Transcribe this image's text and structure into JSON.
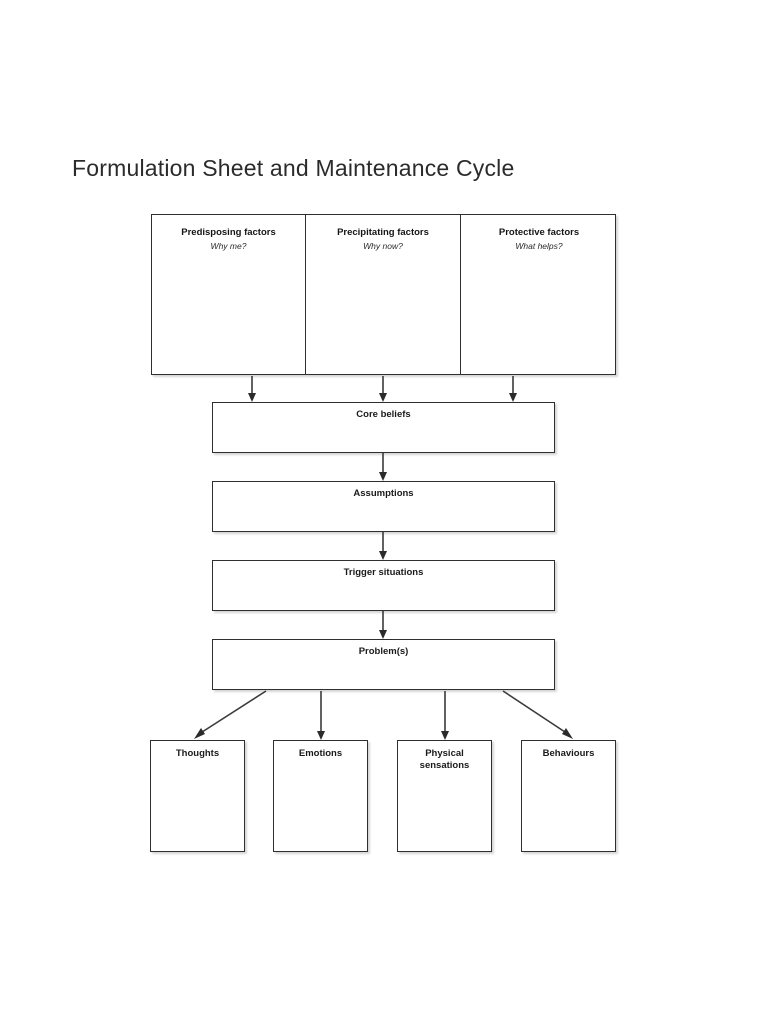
{
  "document": {
    "title": "Formulation Sheet and Maintenance Cycle",
    "background_color": "#ffffff",
    "line_color": "#3b3b3b",
    "text_color": "#1a1a1a"
  },
  "factors_panel": {
    "columns": [
      {
        "title": "Predisposing factors",
        "subtitle": "Why me?"
      },
      {
        "title": "Precipitating factors",
        "subtitle": "Why now?"
      },
      {
        "title": "Protective factors",
        "subtitle": "What helps?"
      }
    ]
  },
  "stack": {
    "core_beliefs": {
      "label": "Core beliefs"
    },
    "assumptions": {
      "label": "Assumptions"
    },
    "trigger_situations": {
      "label": "Trigger situations"
    },
    "problems": {
      "label": "Problem(s)"
    }
  },
  "maintenance": {
    "boxes": [
      {
        "label": "Thoughts"
      },
      {
        "label": "Emotions"
      },
      {
        "label": "Physical sensations"
      },
      {
        "label": "Behaviours"
      }
    ]
  },
  "chart_data": {
    "type": "diagram",
    "title": "Formulation Sheet and Maintenance Cycle",
    "nodes": [
      {
        "id": "predisposing",
        "label": "Predisposing factors",
        "sublabel": "Why me?",
        "level": 0
      },
      {
        "id": "precipitating",
        "label": "Precipitating factors",
        "sublabel": "Why now?",
        "level": 0
      },
      {
        "id": "protective",
        "label": "Protective factors",
        "sublabel": "What helps?",
        "level": 0
      },
      {
        "id": "core_beliefs",
        "label": "Core beliefs",
        "level": 1
      },
      {
        "id": "assumptions",
        "label": "Assumptions",
        "level": 2
      },
      {
        "id": "trigger_situations",
        "label": "Trigger situations",
        "level": 3
      },
      {
        "id": "problems",
        "label": "Problem(s)",
        "level": 4
      },
      {
        "id": "thoughts",
        "label": "Thoughts",
        "level": 5
      },
      {
        "id": "emotions",
        "label": "Emotions",
        "level": 5
      },
      {
        "id": "physical_sensations",
        "label": "Physical sensations",
        "level": 5
      },
      {
        "id": "behaviours",
        "label": "Behaviours",
        "level": 5
      }
    ],
    "edges": [
      {
        "from": "predisposing",
        "to": "core_beliefs",
        "style": "arrow"
      },
      {
        "from": "precipitating",
        "to": "core_beliefs",
        "style": "arrow"
      },
      {
        "from": "protective",
        "to": "core_beliefs",
        "style": "arrow"
      },
      {
        "from": "core_beliefs",
        "to": "assumptions",
        "style": "arrow"
      },
      {
        "from": "assumptions",
        "to": "trigger_situations",
        "style": "arrow"
      },
      {
        "from": "trigger_situations",
        "to": "problems",
        "style": "arrow"
      },
      {
        "from": "problems",
        "to": "thoughts",
        "style": "arrow"
      },
      {
        "from": "problems",
        "to": "emotions",
        "style": "arrow"
      },
      {
        "from": "problems",
        "to": "physical_sensations",
        "style": "arrow"
      },
      {
        "from": "problems",
        "to": "behaviours",
        "style": "arrow"
      }
    ]
  }
}
